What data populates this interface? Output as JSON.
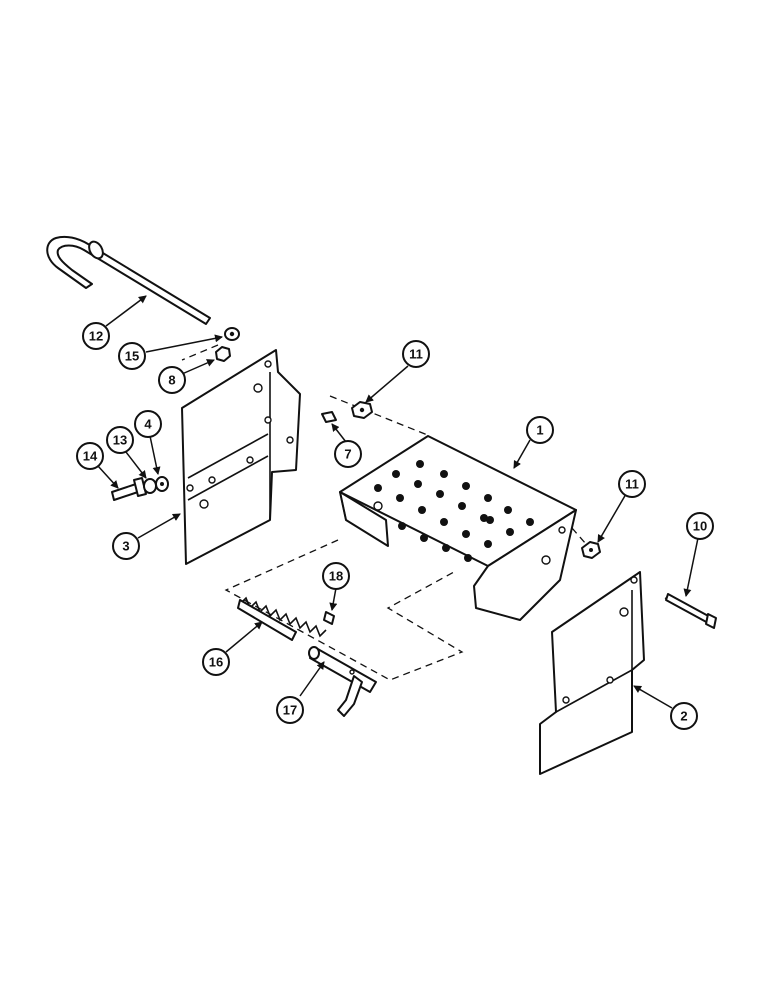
{
  "callouts": [
    {
      "id": "c1",
      "label": "1"
    },
    {
      "id": "c2",
      "label": "2"
    },
    {
      "id": "c3",
      "label": "3"
    },
    {
      "id": "c4",
      "label": "4"
    },
    {
      "id": "c7",
      "label": "7"
    },
    {
      "id": "c8",
      "label": "8"
    },
    {
      "id": "c10",
      "label": "10"
    },
    {
      "id": "c11a",
      "label": "11"
    },
    {
      "id": "c11b",
      "label": "11"
    },
    {
      "id": "c12",
      "label": "12"
    },
    {
      "id": "c13",
      "label": "13"
    },
    {
      "id": "c14",
      "label": "14"
    },
    {
      "id": "c15",
      "label": "15"
    },
    {
      "id": "c16",
      "label": "16"
    },
    {
      "id": "c17",
      "label": "17"
    },
    {
      "id": "c18",
      "label": "18"
    }
  ]
}
